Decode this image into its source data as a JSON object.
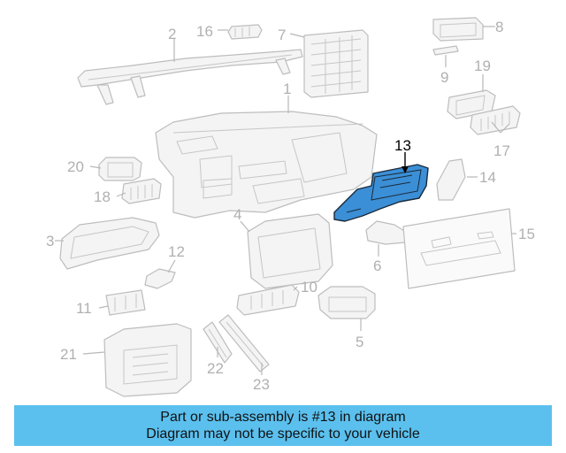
{
  "diagram": {
    "callouts": [
      "1",
      "2",
      "3",
      "4",
      "5",
      "6",
      "7",
      "8",
      "9",
      "10",
      "11",
      "12",
      "13",
      "14",
      "15",
      "16",
      "17",
      "18",
      "19",
      "20",
      "21",
      "22",
      "23"
    ],
    "highlighted_callout": "13",
    "colors": {
      "highlight_fill": "#3b8fd6",
      "highlight_outline": "#1a2a3a",
      "part_line": "#bdbdbd",
      "label_gray": "#b0b0b0",
      "banner_bg": "#5bc0ee"
    }
  },
  "banner": {
    "line1": "Part or sub-assembly is #13 in diagram",
    "line2": "Diagram may not be specific to your vehicle"
  }
}
